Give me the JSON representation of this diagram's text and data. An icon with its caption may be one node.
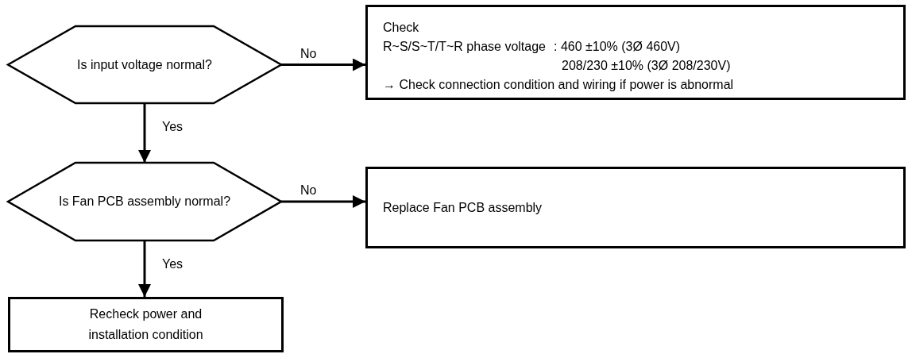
{
  "diagram": {
    "nodes": [
      {
        "text": [
          "Is input voltage normal?"
        ]
      },
      {
        "text": [
          "Check",
          "R~S/S~T/T~R phase voltage",
          ": 460 ±10% (3Ø 460V)",
          "208/230 ±10% (3Ø 208/230V)",
          "→ Check connection condition and wiring if power is abnormal"
        ]
      },
      {
        "text": [
          "Is Fan PCB assembly normal?"
        ]
      },
      {
        "text": [
          "Replace Fan PCB assembly"
        ]
      },
      {
        "text": [
          "Recheck power and installation condition"
        ]
      }
    ],
    "edges": [
      {
        "from": 0,
        "to": 1,
        "arrow": "to",
        "label": "No"
      },
      {
        "from": 0,
        "to": 2,
        "arrow": "to",
        "label": "Yes"
      },
      {
        "from": 2,
        "to": 3,
        "arrow": "to",
        "label": "No"
      },
      {
        "from": 2,
        "to": 4,
        "arrow": "to",
        "label": "Yes"
      }
    ]
  }
}
